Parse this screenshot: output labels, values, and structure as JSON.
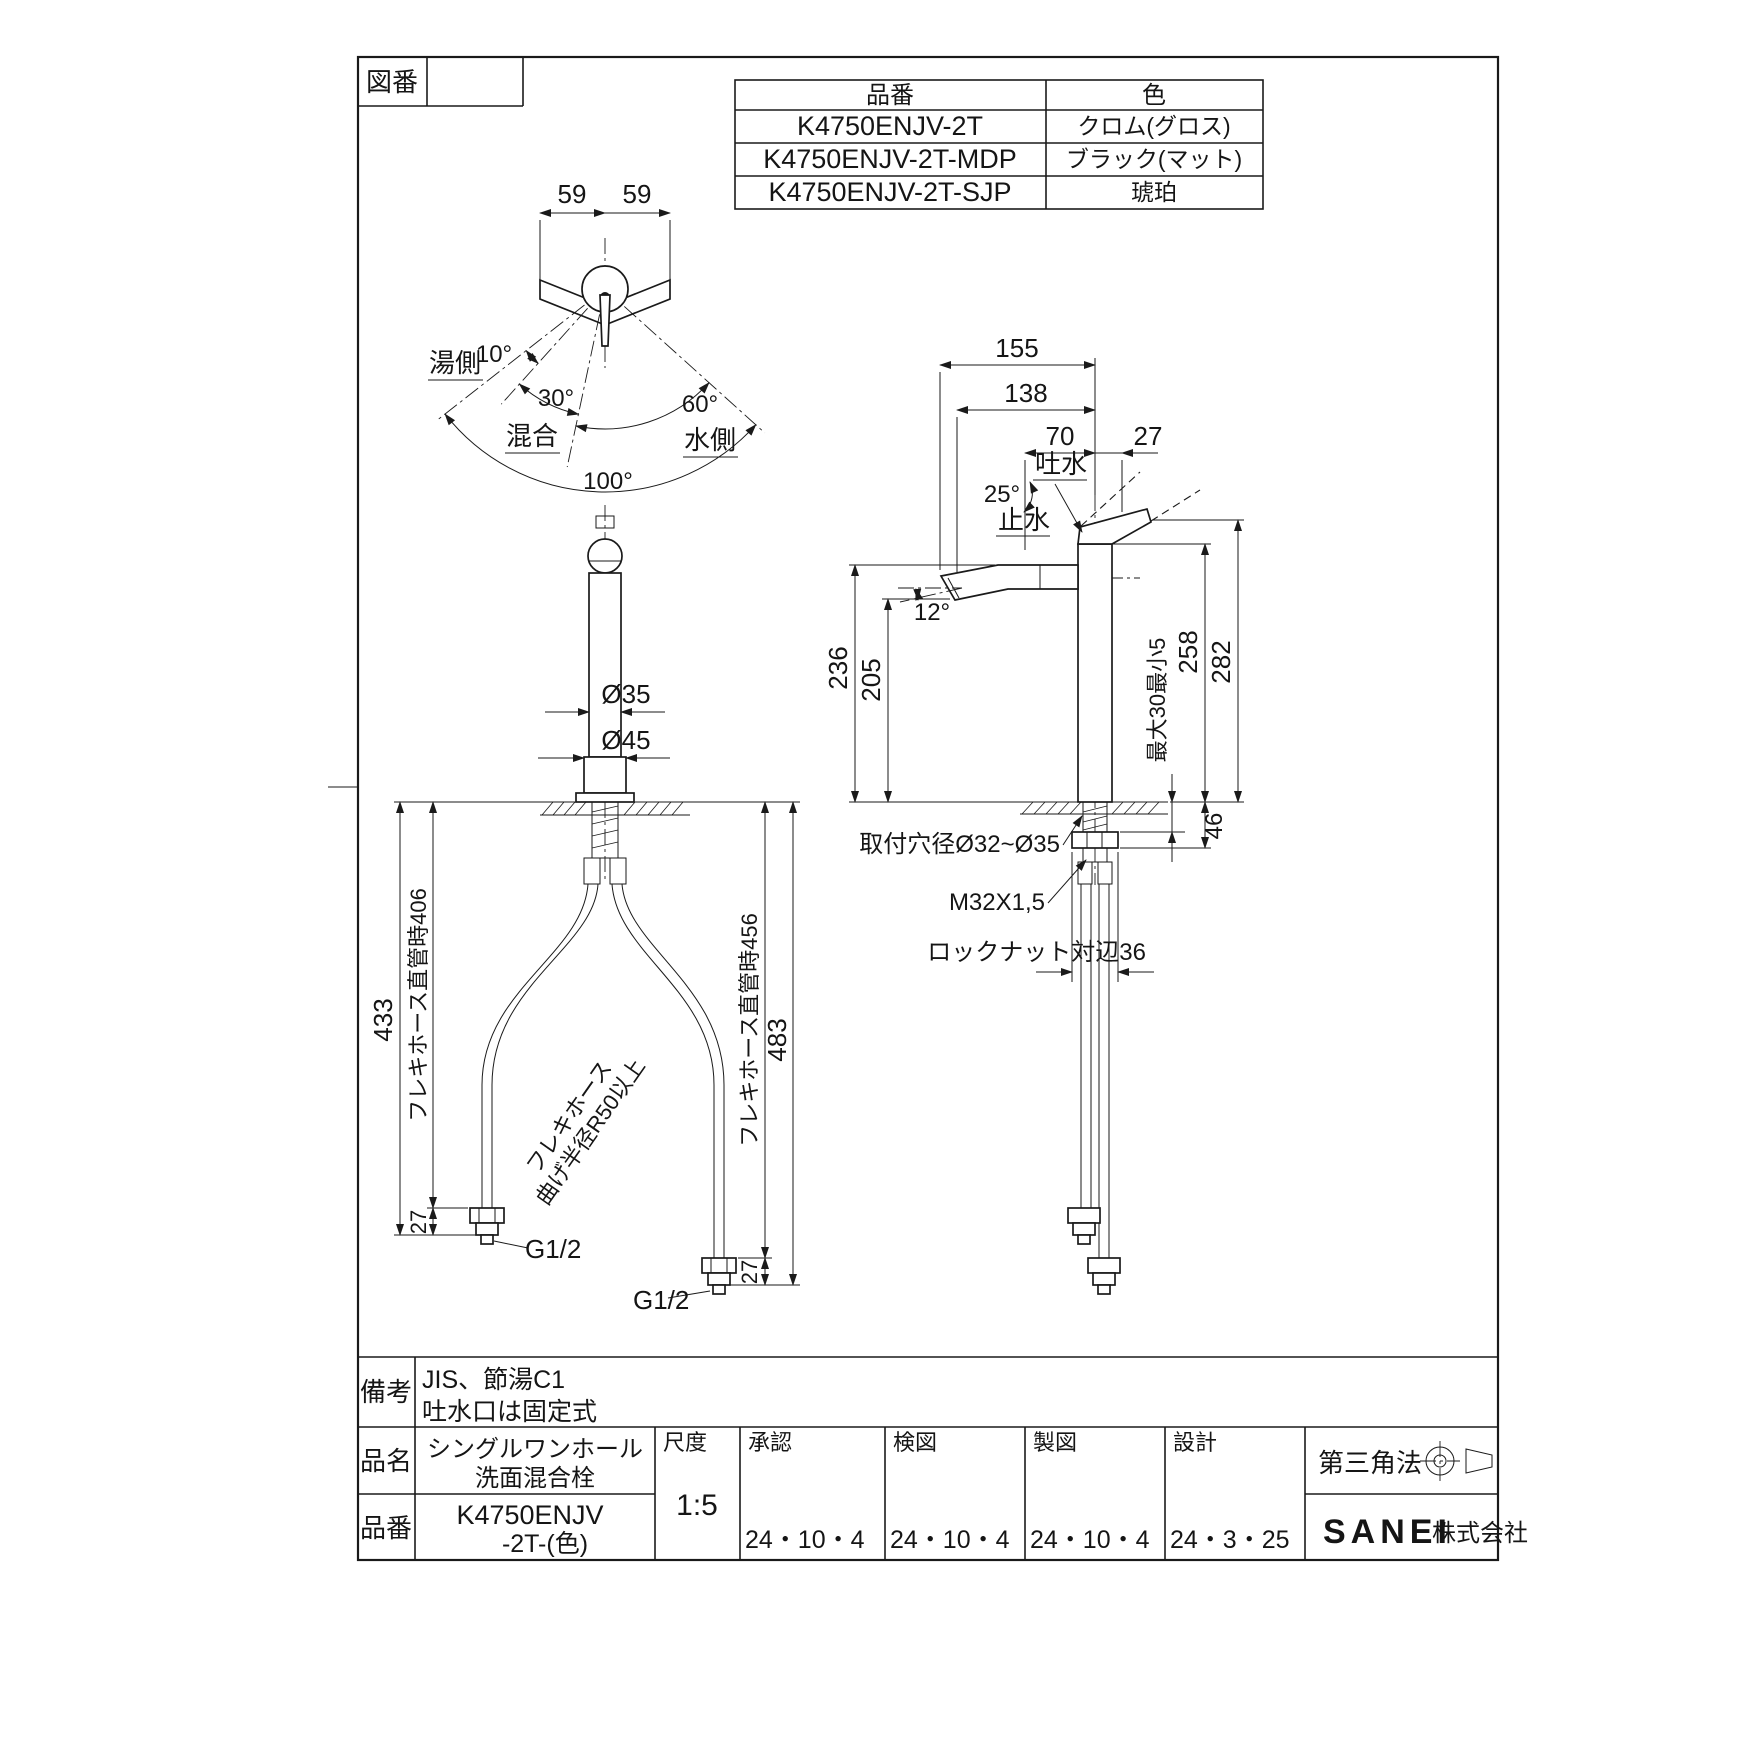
{
  "sheet": {
    "zuban_label": "図番"
  },
  "parts_table": {
    "col_part": "品番",
    "col_color": "色",
    "rows": [
      {
        "part": "K4750ENJV-2T",
        "color": "クロム(グロス)"
      },
      {
        "part": "K4750ENJV-2T-MDP",
        "color": "ブラック(マット)"
      },
      {
        "part": "K4750ENJV-2T-SJP",
        "color": "琥珀"
      }
    ]
  },
  "top_view": {
    "dim_59_left": "59",
    "dim_59_right": "59",
    "label_hot": "湯側",
    "label_mix": "混合",
    "label_cold": "水側",
    "angle_10": "10°",
    "angle_30": "30°",
    "angle_60": "60°",
    "angle_100": "100°"
  },
  "front_view": {
    "dia_35": "Ø35",
    "dia_45": "Ø45",
    "dim_433": "433",
    "dim_406": "フレキホース直管時406",
    "dim_27_left": "27",
    "g12_left": "G1/2",
    "hose_note_1": "フレキホース",
    "hose_note_2": "曲げ半径R50以上",
    "dim_456": "フレキホース直管時456",
    "dim_483": "483",
    "dim_27_right": "27",
    "g12_right": "G1/2"
  },
  "side_view": {
    "dim_155": "155",
    "dim_138": "138",
    "dim_70": "70",
    "dim_27": "27",
    "label_flow": "吐水",
    "angle_25": "25°",
    "label_stop": "止水",
    "angle_12": "12°",
    "dim_236": "236",
    "dim_205": "205",
    "dim_258": "258",
    "dim_282": "282",
    "dim_thickness": "最大30最小5",
    "dim_46": "46",
    "note_hole": "取付穴径Ø32~Ø35",
    "note_thread": "M32X1,5",
    "note_locknut": "ロックナット対辺36"
  },
  "title_block": {
    "remarks_label": "備考",
    "remarks_line1": "JIS、節湯C1",
    "remarks_line2": "吐水口は固定式",
    "name_label": "品名",
    "name_line1": "シングルワンホール",
    "name_line2": "洗面混合栓",
    "part_label": "品番",
    "part_line1": "K4750ENJV",
    "part_line2": "-2T-(色)",
    "scale_label": "尺度",
    "scale_value": "1:5",
    "approve_label": "承認",
    "approve_date": "24・10・4",
    "check_label": "検図",
    "check_date": "24・10・4",
    "draft_label": "製図",
    "draft_date": "24・10・4",
    "design_label": "設計",
    "design_date": "24・3・25",
    "projection_label": "第三角法",
    "company_name": "SANEI",
    "company_suffix": "株式会社"
  }
}
